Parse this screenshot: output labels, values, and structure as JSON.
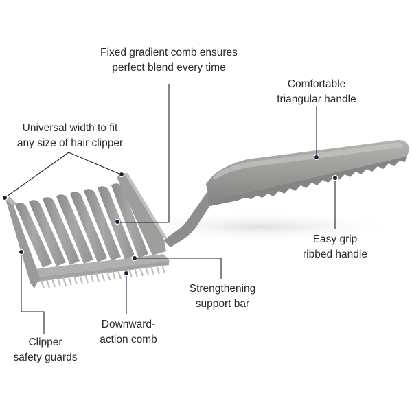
{
  "callouts": {
    "fixed_gradient": {
      "line1": "Fixed gradient comb ensures",
      "line2": "perfect blend every time"
    },
    "triangular_handle": {
      "line1": "Comfortable",
      "line2": "triangular handle"
    },
    "universal_width": {
      "line1": "Universal width to fit",
      "line2": "any size of hair clipper"
    },
    "easy_grip": {
      "line1": "Easy grip",
      "line2": "ribbed handle"
    },
    "support_bar": {
      "line1": "Strengthening",
      "line2": "support bar"
    },
    "downward_comb": {
      "line1": "Downward-",
      "line2": "action comb"
    },
    "safety_guards": {
      "line1": "Clipper",
      "line2": "safety guards"
    }
  },
  "colors": {
    "product": "#9a9a98",
    "product_dark": "#7e7e7c",
    "product_light": "#b9b9b7",
    "leader_line": "#1c2230",
    "dot": "#1c2230"
  }
}
